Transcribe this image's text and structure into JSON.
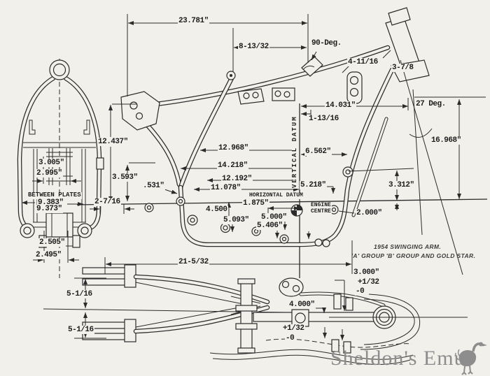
{
  "canvas": {
    "paper": "#f2f0eb",
    "ink": "#2b2b2b",
    "watermark_color": "#8d8d8d"
  },
  "datum": {
    "vertical": "VERTICAL DATUM",
    "horizontal": "HORIZONTAL DATUM",
    "engine_line1": "ENGINE",
    "engine_line2": "CENTRE"
  },
  "note": {
    "line1": "1954 SWINGING ARM.",
    "line2": "'A' GROUP  'B' GROUP AND GOLD STAR."
  },
  "watermark": {
    "text": "Sheldon's Emu"
  },
  "rear_view": {
    "top_width_max": "3.005\"",
    "top_width_min": "2.995\"",
    "between_plates_label": "BETWEEN PLATES",
    "between_plates_max": "9.383\"",
    "between_plates_min": "9.373\"",
    "bottom_width_max": "2.505\"",
    "bottom_width_min": "2.495\""
  },
  "side_view": {
    "top_length": "23.781\"",
    "saddle_offset": "8-13/32",
    "top_angle": "90-Deg.",
    "head_upper": "4-11/16",
    "head_across": "3-7/8",
    "rake_angle": "27  Deg.",
    "datum_to_head": "14.031\"",
    "datum_offset": "1-13/16",
    "head_height": "16.968\"",
    "rear_height": "12.437\"",
    "dim_12968": "12.968\"",
    "dim_14218": "14.218\"",
    "dim_3593": "3.593\"",
    "dim_12192": "12.192\"",
    "dim_531": ".531\"",
    "dim_11078": "11.078\"",
    "rear_gap": "2-7/16",
    "dim_1875": "1.875\"",
    "dim_4500": "4.500",
    "dim_5093": "5.093\"",
    "dim_5000": "5.000\"",
    "dim_5406": "5.406\"",
    "dim_5218": "5.218\"",
    "dim_6562": "6.562\"",
    "dim_2000": "2.000\"",
    "dim_3312": "3.312\""
  },
  "swing_arm": {
    "length": "21-5/32",
    "half_width_upper": "5-1/16",
    "half_width_lower": "5-1/16",
    "spindle_width": "3.000\"",
    "spindle_tol_plus": "+1/32",
    "spindle_tol_minus": "-0",
    "pivot_width": "4.000\"",
    "pivot_tol_plus": "+1/32",
    "pivot_tol_minus": "-0"
  }
}
